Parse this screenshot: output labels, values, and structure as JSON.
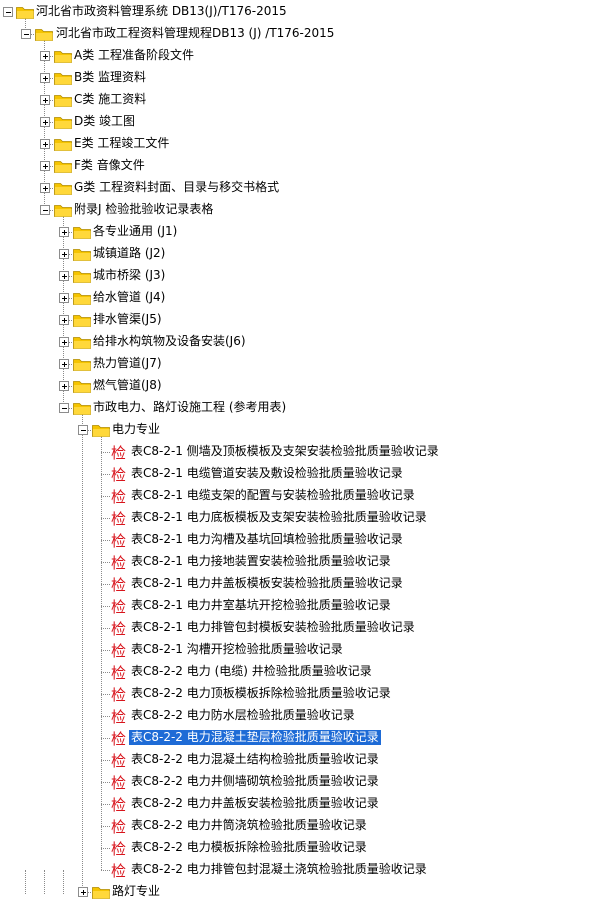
{
  "colors": {
    "folder": "#f5c400",
    "selection": "#1e6bd6",
    "check_mark": "#d8141c",
    "tree_line": "#8a8a8a"
  },
  "icons": {
    "folder": "folder-icon",
    "check": "check-mark-icon",
    "expand": "expand-plus-icon",
    "collapse": "collapse-minus-icon"
  },
  "check_glyph": "检",
  "tree": {
    "root": "河北省市政资料管理系统 DB13(J)/T176-2015",
    "spec": "河北省市政工程资料管理规程DB13 (J) /T176-2015",
    "categories": [
      "A类 工程准备阶段文件",
      "B类 监理资料",
      "C类 施工资料",
      "D类 竣工图",
      "E类 工程竣工文件",
      "F类 音像文件",
      "G类 工程资料封面、目录与移交书格式"
    ],
    "appendix": "附录J 检验批验收记录表格",
    "appendix_children": [
      "各专业通用 (J1)",
      "城镇道路 (J2)",
      "城市桥梁 (J3)",
      "给水管道 (J4)",
      "排水管渠(J5)",
      "给排水构筑物及设备安装(J6)",
      "热力管道(J7)",
      "燃气管道(J8)"
    ],
    "power_lighting": "市政电力、路灯设施工程 (参考用表)",
    "power": "电力专业",
    "records": [
      "表C8-2-1 侧墙及顶板模板及支架安装检验批质量验收记录",
      "表C8-2-1 电缆管道安装及敷设检验批质量验收记录",
      "表C8-2-1 电缆支架的配置与安装检验批质量验收记录",
      "表C8-2-1 电力底板模板及支架安装检验批质量验收记录",
      "表C8-2-1 电力沟槽及基坑回填检验批质量验收记录",
      "表C8-2-1 电力接地装置安装检验批质量验收记录",
      "表C8-2-1 电力井盖板模板安装检验批质量验收记录",
      "表C8-2-1 电力井室基坑开挖检验批质量验收记录",
      "表C8-2-1 电力排管包封模板安装检验批质量验收记录",
      "表C8-2-1 沟槽开挖检验批质量验收记录",
      "表C8-2-2 电力 (电缆) 井检验批质量验收记录",
      "表C8-2-2 电力顶板模板拆除检验批质量验收记录",
      "表C8-2-2 电力防水层检验批质量验收记录",
      "表C8-2-2 电力混凝土垫层检验批质量验收记录",
      "表C8-2-2 电力混凝土结构检验批质量验收记录",
      "表C8-2-2 电力井侧墙砌筑检验批质量验收记录",
      "表C8-2-2 电力井盖板安装检验批质量验收记录",
      "表C8-2-2 电力井筒浇筑检验批质量验收记录",
      "表C8-2-2 电力模板拆除检验批质量验收记录",
      "表C8-2-2 电力排管包封混凝土浇筑检验批质量验收记录"
    ],
    "selected_record_index": 13,
    "street_lamp": "路灯专业"
  }
}
